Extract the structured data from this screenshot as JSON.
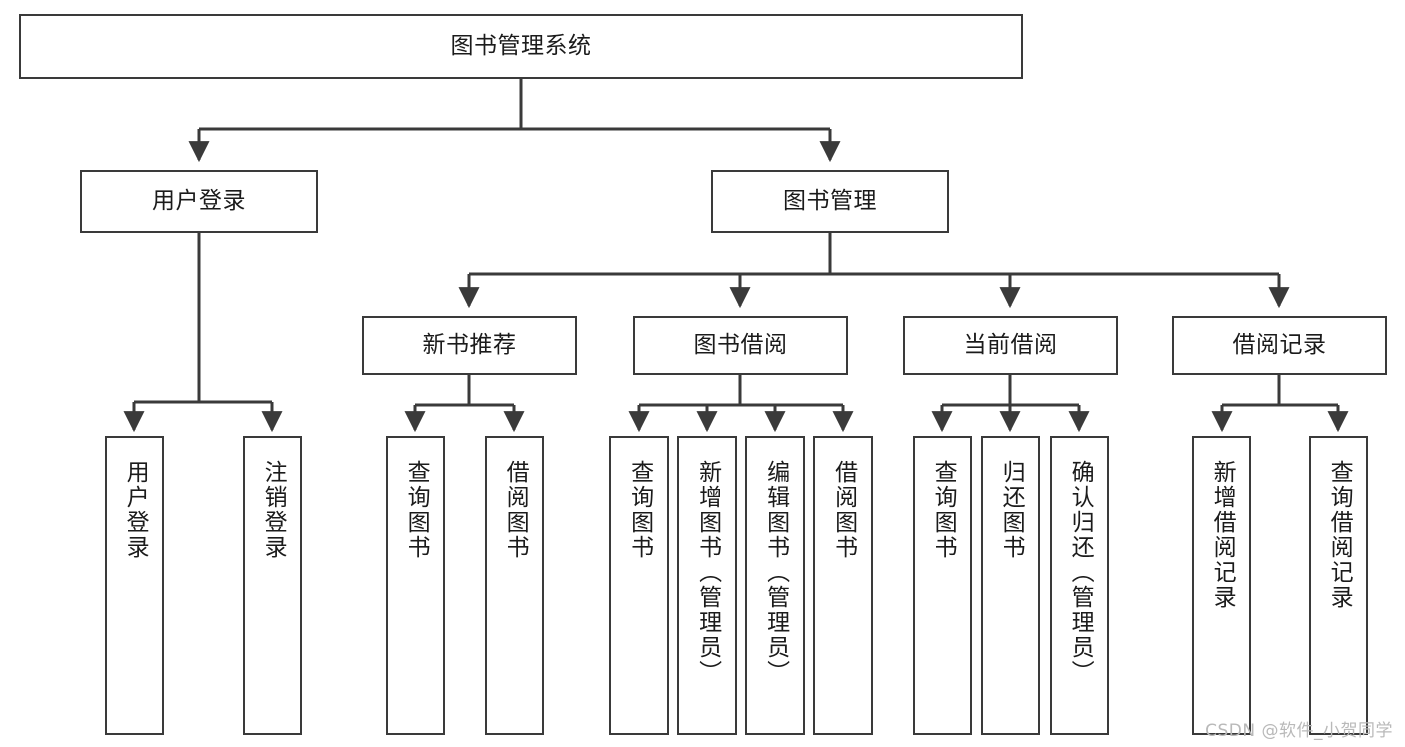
{
  "diagram": {
    "title": "图书管理系统",
    "type": "tree",
    "watermark": "CSDN @软件_小贺同学",
    "colors": {
      "box_border": "#3a3a3a",
      "box_fill": "#ffffff",
      "edge": "#3a3a3a",
      "text": "#1b1b1b",
      "watermark": "#b9b9b9"
    },
    "levels": {
      "root": {
        "label": "图书管理系统"
      },
      "level2": [
        {
          "label": "用户登录"
        },
        {
          "label": "图书管理"
        }
      ],
      "level3": [
        {
          "label": "新书推荐"
        },
        {
          "label": "图书借阅"
        },
        {
          "label": "当前借阅"
        },
        {
          "label": "借阅记录"
        }
      ],
      "leaves": {
        "user_login": [
          {
            "label": "用户登录"
          },
          {
            "label": "注销登录"
          }
        ],
        "new_book_recommend": [
          {
            "label": "查询图书"
          },
          {
            "label": "借阅图书"
          }
        ],
        "book_borrow": [
          {
            "label": "查询图书"
          },
          {
            "label": "新增图书（管理员）"
          },
          {
            "label": "编辑图书（管理员）"
          },
          {
            "label": "借阅图书"
          }
        ],
        "current_borrow": [
          {
            "label": "查询图书"
          },
          {
            "label": "归还图书"
          },
          {
            "label": "确认归还（管理员）"
          }
        ],
        "borrow_record": [
          {
            "label": "新增借阅记录"
          },
          {
            "label": "查询借阅记录"
          }
        ]
      }
    }
  }
}
